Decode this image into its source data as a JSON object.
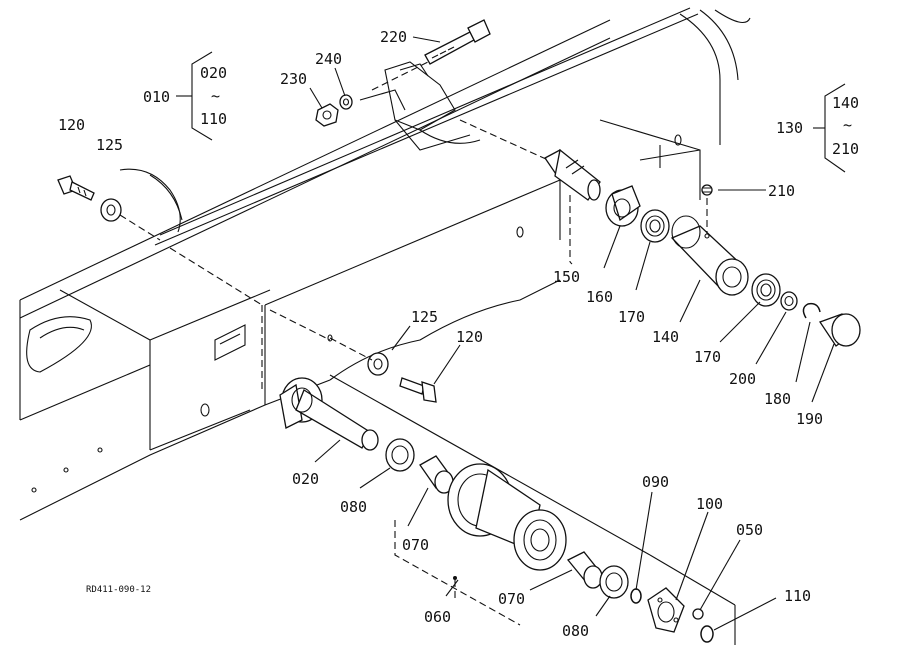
{
  "diagram": {
    "code": "RD411-090-12",
    "labels": {
      "p220": "220",
      "p240": "240",
      "p230": "230",
      "p010": "010",
      "g1_top": "020",
      "g1_tilde": "~",
      "g1_bot": "110",
      "p120a": "120",
      "p125a": "125",
      "p130": "130",
      "g2_top": "140",
      "g2_tilde": "~",
      "g2_bot": "210",
      "p210": "210",
      "p150": "150",
      "p160": "160",
      "p170a": "170",
      "p140": "140",
      "p170b": "170",
      "p200": "200",
      "p180": "180",
      "p190": "190",
      "p125b": "125",
      "p120b": "120",
      "p020": "020",
      "p080a": "080",
      "p070a": "070",
      "p060": "060",
      "p070b": "070",
      "p080b": "080",
      "p090": "090",
      "p100": "100",
      "p050": "050",
      "p110": "110"
    }
  }
}
